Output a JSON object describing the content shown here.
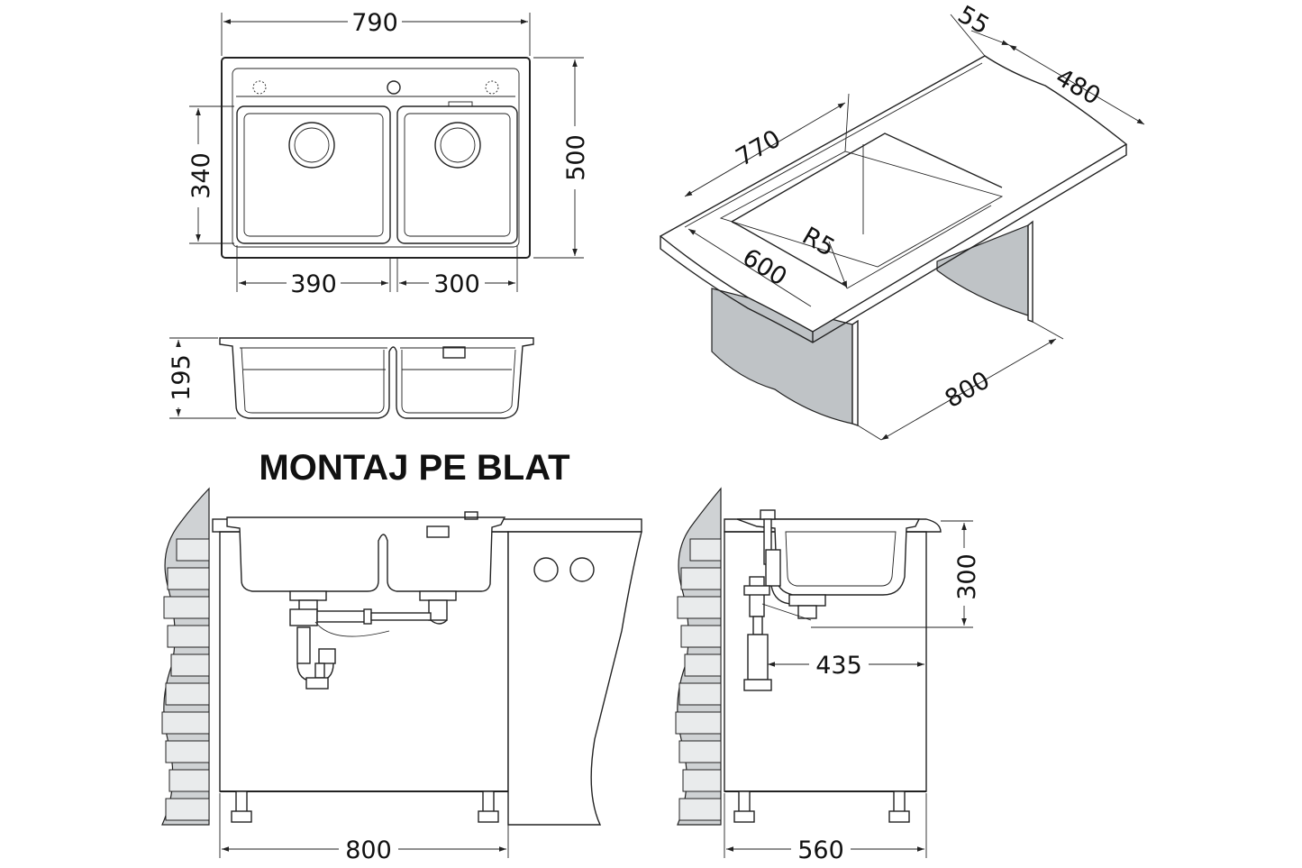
{
  "title": "MONTAJ PE BLAT",
  "top_view": {
    "overall_width": "790",
    "overall_depth": "500",
    "bowl_depth": "340",
    "left_bowl_width": "390",
    "right_bowl_width": "300"
  },
  "section_view": {
    "depth": "195"
  },
  "iso_view": {
    "rim": "55",
    "cutout_depth": "480",
    "cutout_length": "770",
    "counter_depth": "600",
    "radius": "R5",
    "cabinet_width": "800"
  },
  "front_install": {
    "cabinet_width": "800"
  },
  "side_install": {
    "height": "300",
    "offset": "435",
    "cabinet_depth": "560"
  }
}
